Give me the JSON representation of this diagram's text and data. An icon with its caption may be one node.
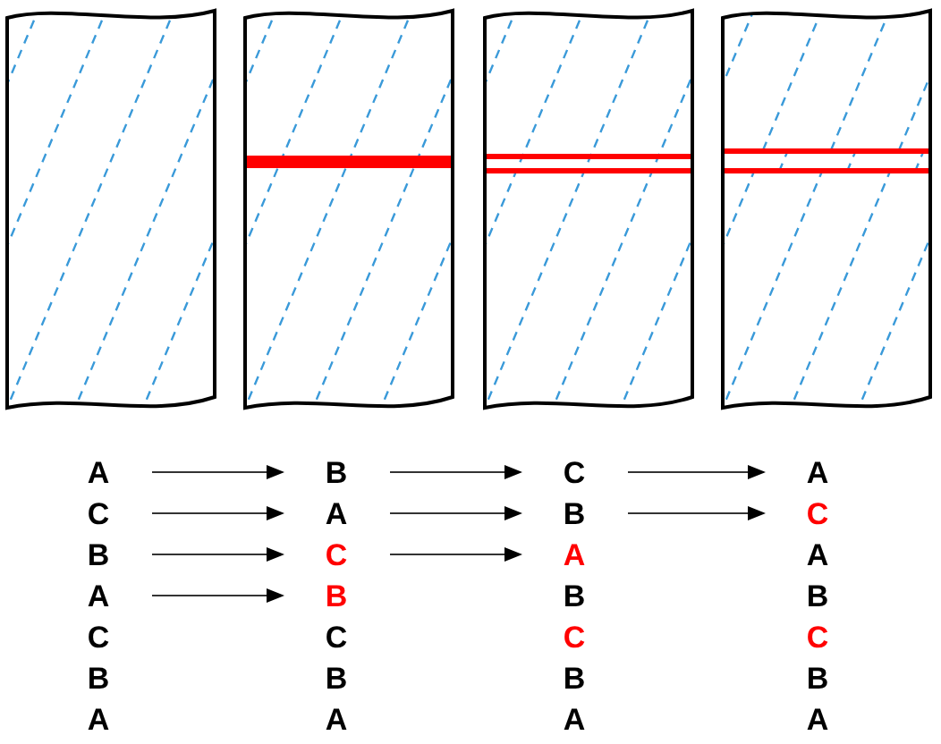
{
  "diagram": {
    "nodes": [
      {
        "text": [
          "A"
        ]
      },
      {
        "text": [
          "C"
        ]
      },
      {
        "text": [
          "B"
        ]
      },
      {
        "text": [
          "A"
        ]
      },
      {
        "text": [
          "C"
        ]
      },
      {
        "text": [
          "B"
        ]
      },
      {
        "text": [
          "A"
        ]
      },
      {
        "text": [
          "B"
        ]
      },
      {
        "text": [
          "A"
        ]
      },
      {
        "text": [
          "C"
        ]
      },
      {
        "text": [
          "B"
        ]
      },
      {
        "text": [
          "C"
        ]
      },
      {
        "text": [
          "B"
        ]
      },
      {
        "text": [
          "A"
        ]
      },
      {
        "text": [
          "C"
        ]
      },
      {
        "text": [
          "B"
        ]
      },
      {
        "text": [
          "A"
        ]
      },
      {
        "text": [
          "B"
        ]
      },
      {
        "text": [
          "C"
        ]
      },
      {
        "text": [
          "B"
        ]
      },
      {
        "text": [
          "A"
        ]
      },
      {
        "text": [
          "A"
        ]
      },
      {
        "text": [
          "C"
        ]
      },
      {
        "text": [
          "A"
        ]
      },
      {
        "text": [
          "B"
        ]
      },
      {
        "text": [
          "C"
        ]
      },
      {
        "text": [
          "B"
        ]
      },
      {
        "text": [
          "A"
        ]
      }
    ],
    "edges": [
      {
        "from": 0,
        "to": 7,
        "arrow": "to"
      },
      {
        "from": 1,
        "to": 8,
        "arrow": "to"
      },
      {
        "from": 2,
        "to": 9,
        "arrow": "to"
      },
      {
        "from": 3,
        "to": 10,
        "arrow": "to"
      },
      {
        "from": 7,
        "to": 14,
        "arrow": "to"
      },
      {
        "from": 8,
        "to": 15,
        "arrow": "to"
      },
      {
        "from": 9,
        "to": 16,
        "arrow": "to"
      },
      {
        "from": 14,
        "to": 21,
        "arrow": "to"
      },
      {
        "from": 15,
        "to": 22,
        "arrow": "to"
      }
    ]
  }
}
